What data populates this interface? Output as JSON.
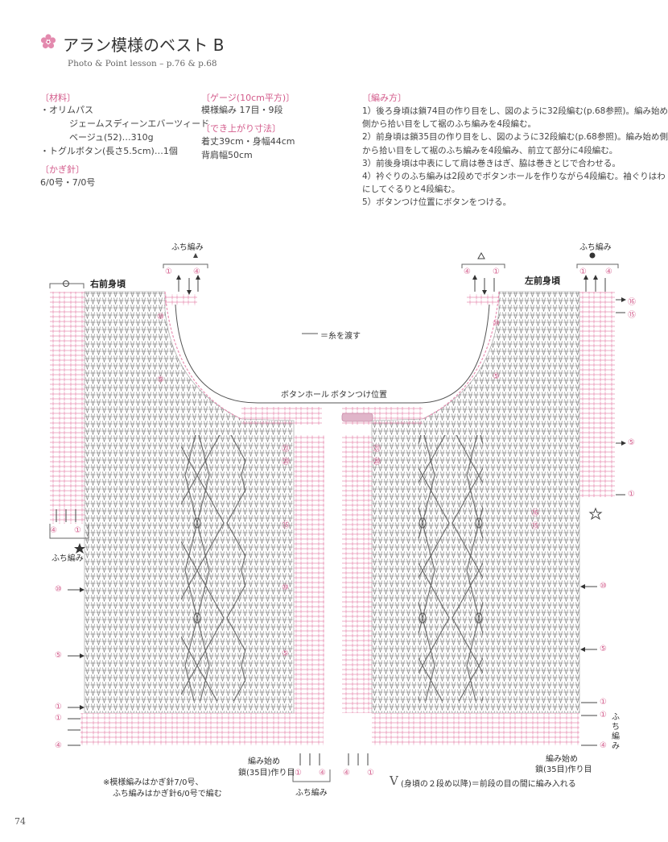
{
  "header": {
    "title": "アラン模様のベスト B",
    "subtitle": "Photo & Point lesson – p.76 & p.68"
  },
  "materials": {
    "heading": "〔材料〕",
    "lines": [
      "・オリムパス",
      "ジェームスディーンエバーツィード",
      "ベージュ(52)…310g",
      "・トグルボタン(長さ5.5cm)…1個"
    ]
  },
  "hook": {
    "heading": "〔かぎ針〕",
    "value": "6/0号・7/0号"
  },
  "gauge": {
    "heading": "〔ゲージ(10cm平方)〕",
    "value": "模様編み 17目・9段"
  },
  "size": {
    "heading": "〔でき上がり寸法〕",
    "lines": [
      "着丈39cm・身幅44cm",
      "背肩幅50cm"
    ]
  },
  "instructions": {
    "heading": "〔編み方〕",
    "lines": [
      "1）後ろ身頃は鎖74目の作り目をし、図のように32段編む(p.68参照)。編み始め",
      "側から拾い目をして裾のふち編みを4段編む。",
      "2）前身頃は鎖35目の作り目をし、図のように32段編む(p.68参照)。編み始め側",
      "から拾い目をして裾のふち編みを4段編み、前立て部分に4段編む。",
      "3）前後身頃は中表にして肩は巻きはぎ、脇は巻きとじで合わせる。",
      "4）衿ぐりのふち編みは2段めでボタンホールを作りながら4段編む。袖ぐりはわ",
      "にしてぐるりと4段編む。",
      "5）ボタンつけ位置にボタンをつける。"
    ]
  },
  "chart": {
    "right_front": "右前身頃",
    "left_front": "左前身頃",
    "edging": "ふち編み",
    "yarn_pass": "＝糸を渡す",
    "buttonhole": "ボタンホール",
    "button_position": "ボタンつけ位置",
    "start_label": "編み始め",
    "start_chain": "鎖(35目)作り目",
    "hook_note_1": "※模様編みはかぎ針7/0号、",
    "hook_note_2": "ふち編みはかぎ針6/0号で編む",
    "legend": "(身頃の２段め以降)＝前段の目の間に編み入れる",
    "legend_symbol": "V",
    "edging_vertical": "ふち編み",
    "num_1": "①",
    "num_4": "④",
    "num_5": "⑤",
    "num_10": "⑩",
    "num_15": "⑮",
    "num_16": "⑯",
    "num_20": "⑳",
    "num_21": "㉑"
  },
  "page_number": "74",
  "colors": {
    "pink": "#d35b8b",
    "ink": "#444444",
    "pink_light": "#e991b4"
  }
}
